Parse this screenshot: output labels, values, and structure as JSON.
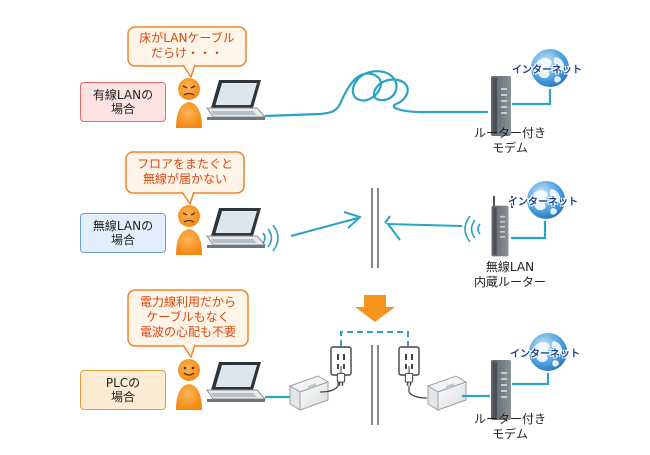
{
  "colors": {
    "cable": "#2aa3c4",
    "orange": "#f7941d",
    "bubble_border": "#f0842c",
    "bubble_fill": "#fff4e8",
    "device_gray": "#6b7278",
    "globe_blue": "#3f8fcf"
  },
  "rows": {
    "wired": {
      "label_line1": "有線LANの",
      "label_line2": "場合",
      "bubble_line1": "床がLANケーブル",
      "bubble_line2": "だらけ・・・",
      "device_line1": "ルーター付き",
      "device_line2": "モデム",
      "internet": "インターネット"
    },
    "wireless": {
      "label_line1": "無線LANの",
      "label_line2": "場合",
      "bubble_line1": "フロアをまたぐと",
      "bubble_line2": "無線が届かない",
      "device_line1": "無線LAN",
      "device_line2": "内蔵ルーター",
      "internet": "インターネット"
    },
    "plc": {
      "label_line1": "PLCの",
      "label_line2": "場合",
      "bubble_line1": "電力線利用だから",
      "bubble_line2": "ケーブルもなく",
      "bubble_line3": "電波の心配も不要",
      "device_line1": "ルーター付き",
      "device_line2": "モデム",
      "internet": "インターネット"
    }
  },
  "icons": {
    "sad_person": "sad-person-icon",
    "happy_person": "happy-person-icon",
    "laptop": "laptop-icon",
    "router": "router-icon",
    "globe": "globe-icon",
    "wifi_waves": "wifi-waves-icon",
    "plc_adapter": "plc-adapter-icon",
    "outlet": "power-outlet-icon",
    "arrow_down": "arrow-down-icon",
    "tangled_cable": "tangled-cable-icon"
  }
}
